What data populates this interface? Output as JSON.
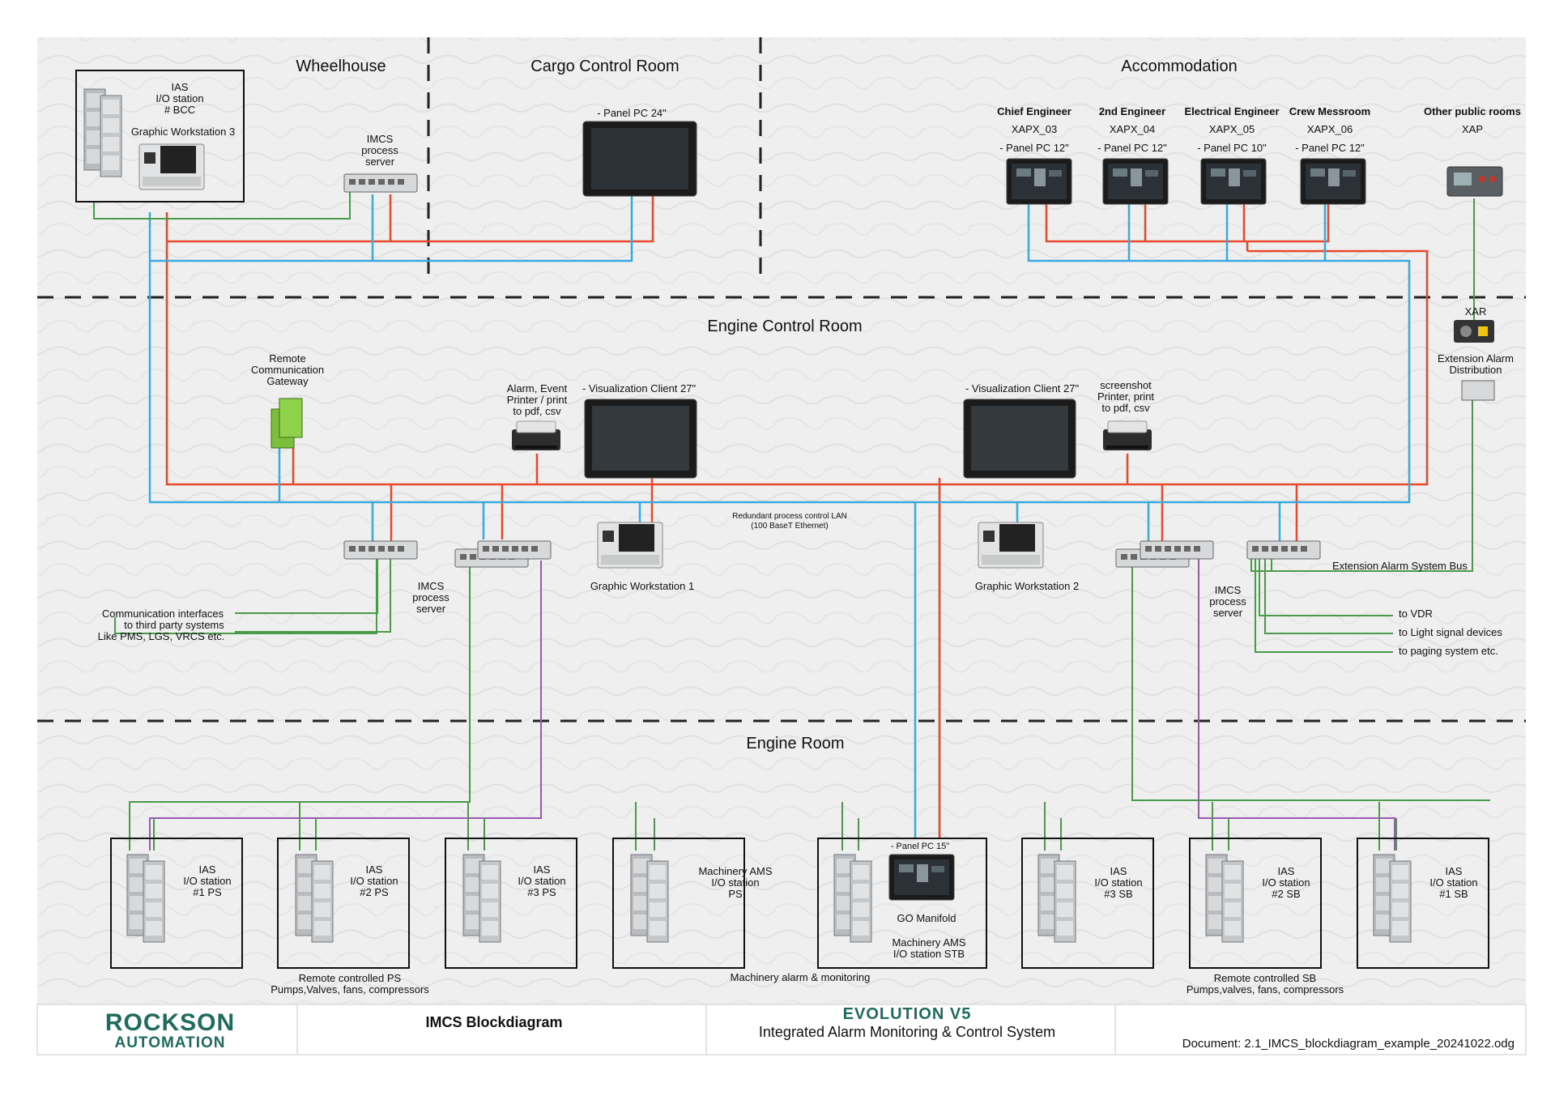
{
  "zones": {
    "wheelhouse": "Wheelhouse",
    "cargo_control_room": "Cargo Control Room",
    "accommodation": "Accommodation",
    "engine_control_room": "Engine Control Room",
    "engine_room": "Engine Room"
  },
  "wheelhouse": {
    "ias_l1": "IAS",
    "ias_l2": "I/O station",
    "ias_l3": "# BCC",
    "gw3": "Graphic Workstation 3",
    "imcs_l1": "IMCS",
    "imcs_l2": "process",
    "imcs_l3": "server"
  },
  "cargo": {
    "panel": "- Panel PC 24\""
  },
  "accommodation": {
    "cabins": [
      {
        "name": "Chief Engineer",
        "xapx": "XAPX_03",
        "panel": "- Panel PC 12\""
      },
      {
        "name": "2nd Engineer",
        "xapx": "XAPX_04",
        "panel": "- Panel PC 12\""
      },
      {
        "name": "Electrical Engineer",
        "xapx": "XAPX_05",
        "panel": "- Panel PC 10\""
      },
      {
        "name": "Crew Messroom",
        "xapx": "XAPX_06",
        "panel": "- Panel PC 12\""
      }
    ],
    "other_rooms": "Other public rooms",
    "xap": "XAP"
  },
  "ecr": {
    "xar": "XAR",
    "ext_alarm_l1": "Extension Alarm",
    "ext_alarm_l2": "Distribution",
    "gateway_l1": "Remote",
    "gateway_l2": "Communication",
    "gateway_l3": "Gateway",
    "alarm_printer_l1": "Alarm, Event",
    "alarm_printer_l2": "Printer / print",
    "alarm_printer_l3": "to pdf, csv",
    "vis_client_1": "- Visualization Client 27\"",
    "vis_client_2": "- Visualization Client  27\"",
    "screenshot_printer_l1": "screenshot",
    "screenshot_printer_l2": "Printer,  print",
    "screenshot_printer_l3": "to pdf, csv",
    "lan_l1": "Redundant process control LAN",
    "lan_l2": "(100 BaseT Ethernet)",
    "gw1": "Graphic Workstation 1",
    "gw2": "Graphic Workstation 2",
    "imcs_left_l1": "IMCS",
    "imcs_left_l2": "process",
    "imcs_left_l3": "server",
    "imcs_right_l1": "IMCS",
    "imcs_right_l2": "process",
    "imcs_right_l3": "server",
    "comm_l1": "Communication interfaces",
    "comm_l2": "to third party systems",
    "comm_l3": "Like PMS, LGS, VRCS etc.",
    "ext_bus": "Extension Alarm System Bus",
    "to_vdr": "to VDR",
    "to_light": "to  Light signal devices",
    "to_paging": "to paging system etc."
  },
  "engine_room": {
    "stations": [
      {
        "l1": "IAS",
        "l2": "I/O station",
        "l3": "#1 PS"
      },
      {
        "l1": "IAS",
        "l2": "I/O station",
        "l3": "#2 PS"
      },
      {
        "l1": "IAS",
        "l2": "I/O station",
        "l3": "#3 PS"
      },
      {
        "l1": "Machinery AMS",
        "l2": "I/O station",
        "l3": "PS"
      },
      {
        "l1": "IAS",
        "l2": "I/O station",
        "l3": "#3 SB"
      },
      {
        "l1": "IAS",
        "l2": "I/O station",
        "l3": "#2 SB"
      },
      {
        "l1": "IAS",
        "l2": "I/O station",
        "l3": "#1 SB"
      }
    ],
    "go_panel": "- Panel PC 15\"",
    "go_manifold": "GO Manifold",
    "stb_l1": "Machinery AMS",
    "stb_l2": "I/O station STB",
    "remote_ps_l1": "Remote controlled PS",
    "remote_ps_l2": "Pumps,Valves, fans, compressors",
    "machinery_alarm": "Machinery alarm & monitoring",
    "remote_sb_l1": "Remote controlled SB",
    "remote_sb_l2": "Pumps,valves, fans, compressors"
  },
  "footer": {
    "brand_l1": "ROCKSON",
    "brand_l2": "AUTOMATION",
    "doc_title": "IMCS  Blockdiagram",
    "product": "EVOLUTION V5",
    "product_sub": "Integrated Alarm Monitoring & Control System",
    "document": "Document: 2.1_IMCS_blockdiagram_example_20241022.odg"
  },
  "colors": {
    "lan_red": "#e8492a",
    "lan_blue": "#3aa9e0",
    "link_green": "#4a9a4a",
    "link_purple": "#9b59b6",
    "brand_teal": "#1f6b5e",
    "divider": "#222222"
  }
}
